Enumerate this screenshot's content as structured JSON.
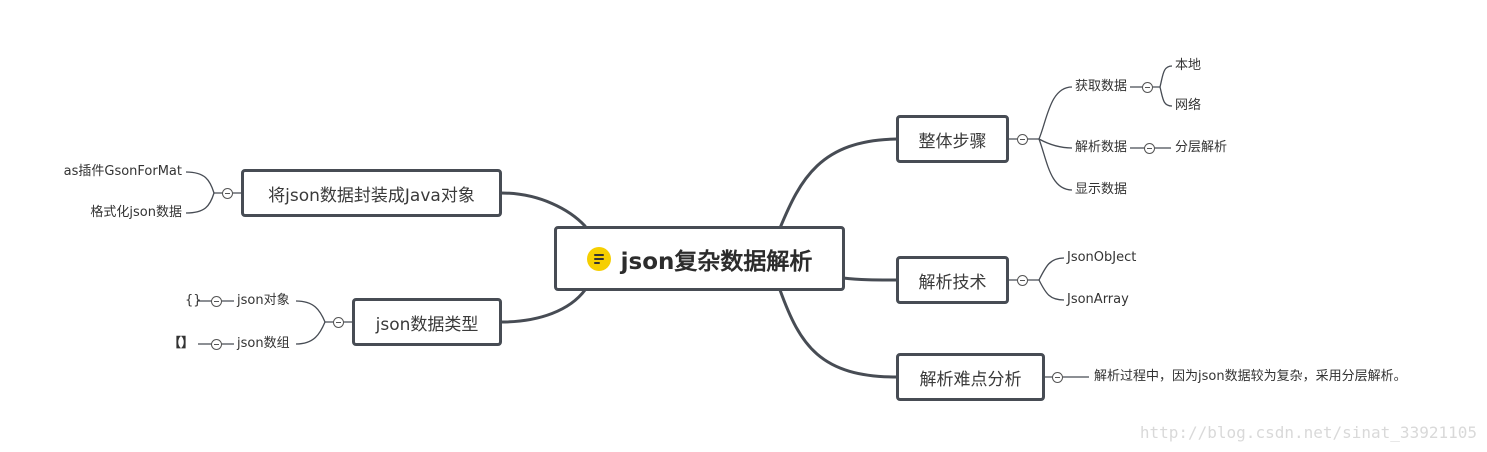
{
  "root": {
    "icon": "notes-icon",
    "label": "json复杂数据解析"
  },
  "branches": {
    "steps": {
      "label": "整体步骤",
      "children": {
        "fetch": {
          "label": "获取数据",
          "children": [
            "本地",
            "网络"
          ]
        },
        "parse": {
          "label": "解析数据",
          "children": [
            "分层解析"
          ]
        },
        "display": {
          "label": "显示数据"
        }
      }
    },
    "tech": {
      "label": "解析技术",
      "children": [
        "JsonObJect",
        "JsonArray"
      ]
    },
    "difficulty": {
      "label": "解析难点分析",
      "children": [
        "解析过程中，因为json数据较为复杂，采用分层解析。"
      ]
    },
    "wrap": {
      "label": "将json数据封装成Java对象",
      "children": [
        "as插件GsonForMat",
        "格式化json数据"
      ]
    },
    "types": {
      "label": "json数据类型",
      "children": [
        {
          "label": "json对象",
          "symbol": "{}"
        },
        {
          "label": "json数组",
          "symbol": "【】"
        }
      ]
    }
  },
  "watermark": "http://blog.csdn.net/sinat_33921105",
  "colors": {
    "line": "#474c54",
    "icon": "#f6cf00"
  }
}
